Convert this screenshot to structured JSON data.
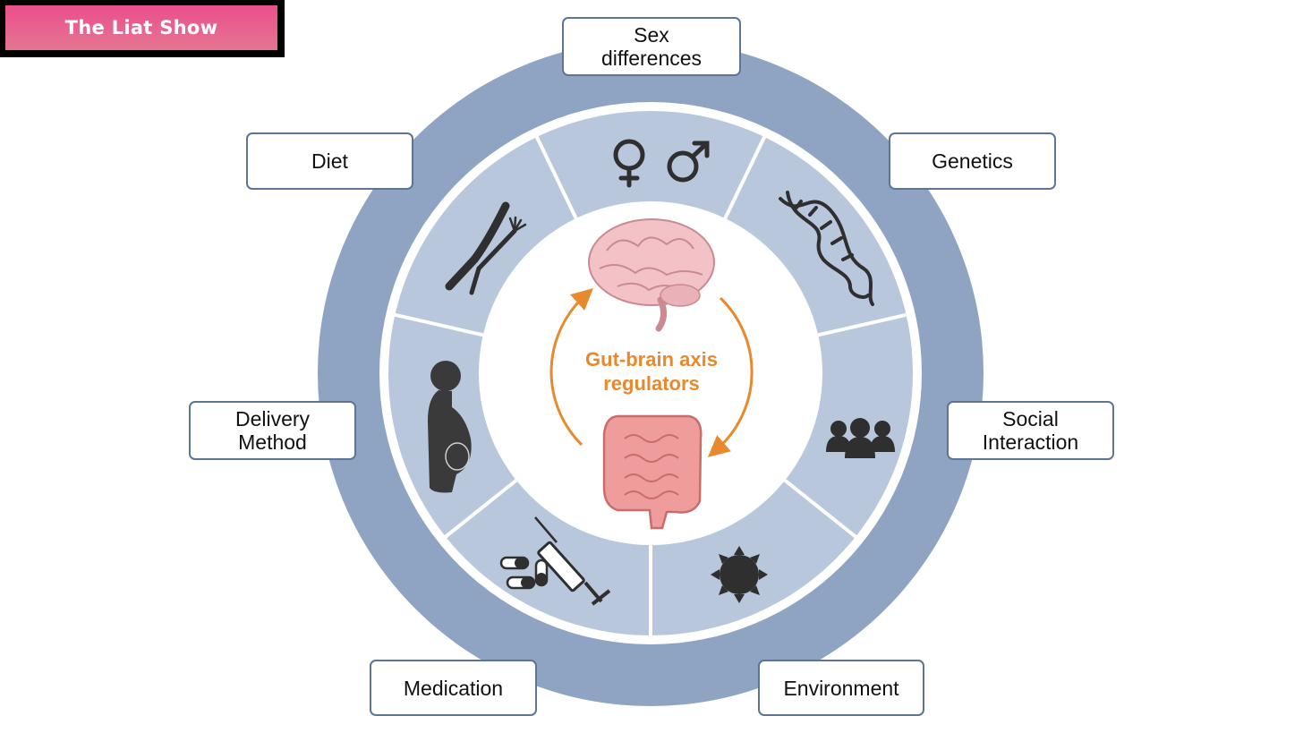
{
  "badge": {
    "text": "The Liat Show"
  },
  "diagram": {
    "center_title": "Gut-brain axis regulators",
    "factors": [
      {
        "id": "sex",
        "label": "Sex differences",
        "icon": "sex-symbols-icon"
      },
      {
        "id": "genetics",
        "label": "Genetics",
        "icon": "dna-icon"
      },
      {
        "id": "social",
        "label": "Social Interaction",
        "icon": "people-group-icon"
      },
      {
        "id": "environment",
        "label": "Environment",
        "icon": "sun-icon"
      },
      {
        "id": "medication",
        "label": "Medication",
        "icon": "pills-syringe-icon"
      },
      {
        "id": "delivery",
        "label": "Delivery Method",
        "icon": "pregnant-woman-icon"
      },
      {
        "id": "diet",
        "label": "Diet",
        "icon": "fork-knife-icon"
      }
    ],
    "colors": {
      "outer_ring": "#8fa4c3",
      "inner_segments": "#b8c7dc",
      "accent": "#e8892d",
      "icon": "#2f2f2f"
    }
  }
}
